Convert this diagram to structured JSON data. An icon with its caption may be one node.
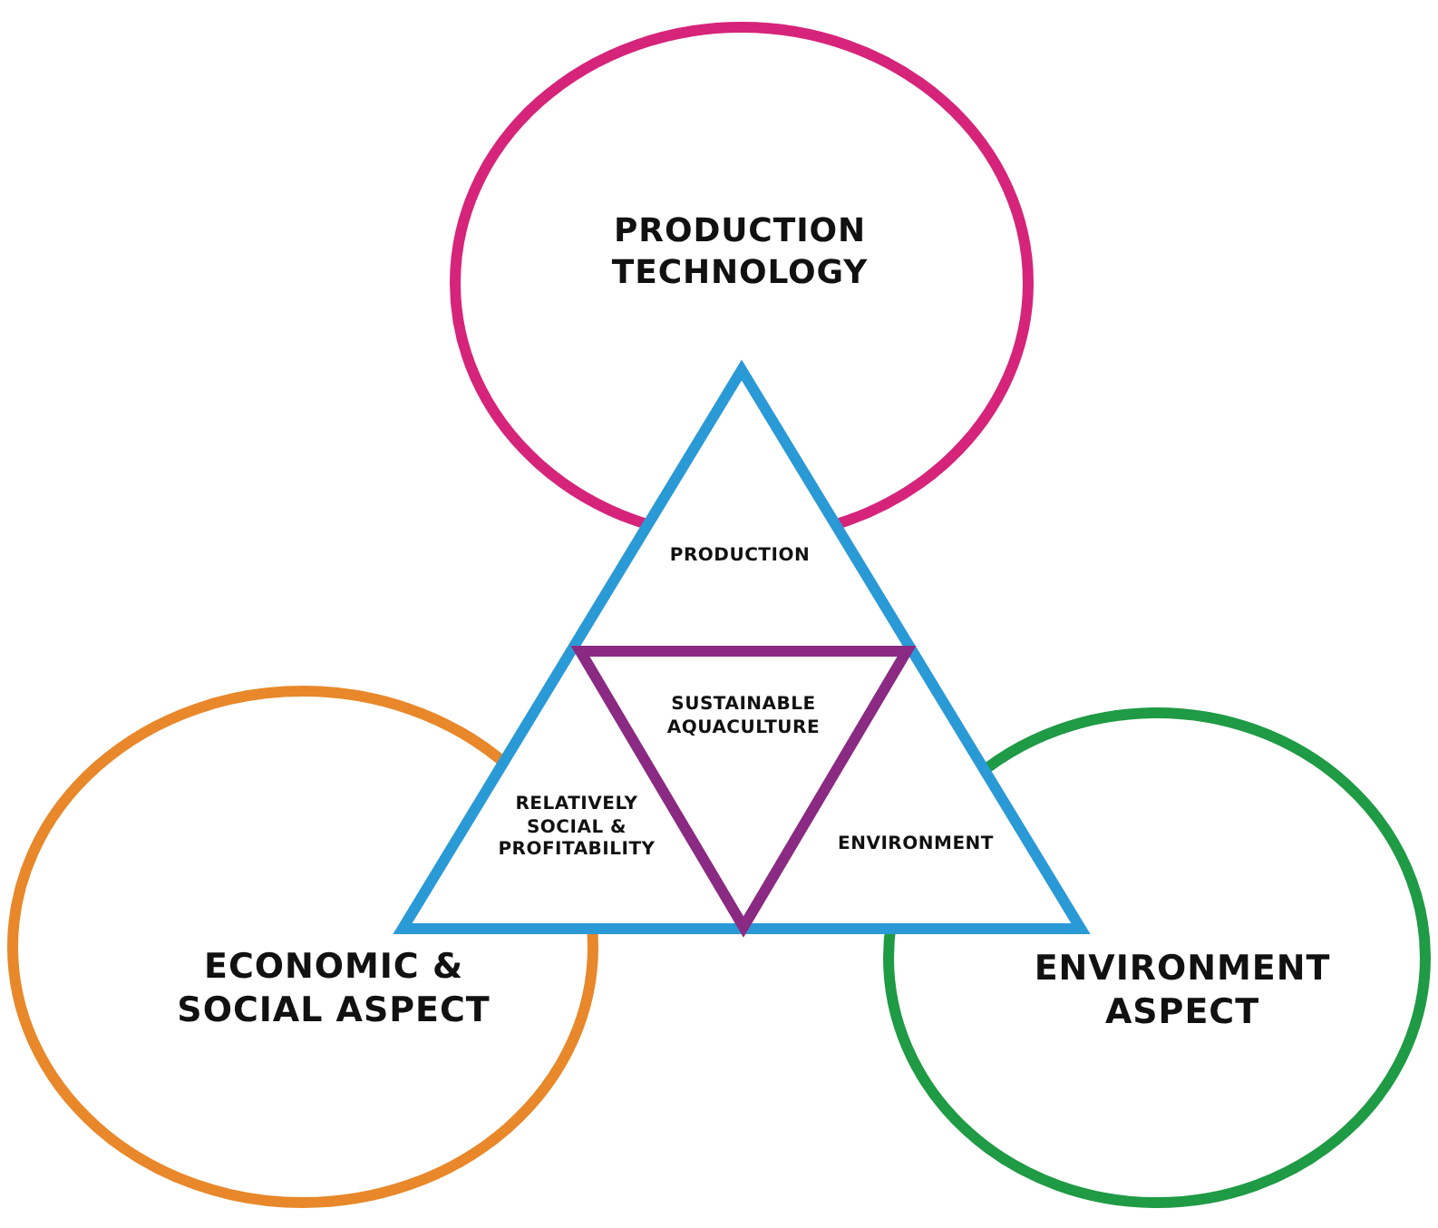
{
  "diagram": {
    "nodes": [
      {
        "text": [
          "PRODUCTION TECHNOLOGY"
        ]
      },
      {
        "text": [
          "ECONOMIC & SOCIAL ASPECT"
        ]
      },
      {
        "text": [
          "ENVIRONMENT ASPECT"
        ]
      },
      {
        "text": [
          "PRODUCTION",
          "RELATIVELY SOCIAL & PROFITABILITY",
          "ENVIRONMENT"
        ]
      },
      {
        "text": [
          "SUSTAINABLE AQUACULTURE"
        ],
        "in": 3
      }
    ]
  }
}
